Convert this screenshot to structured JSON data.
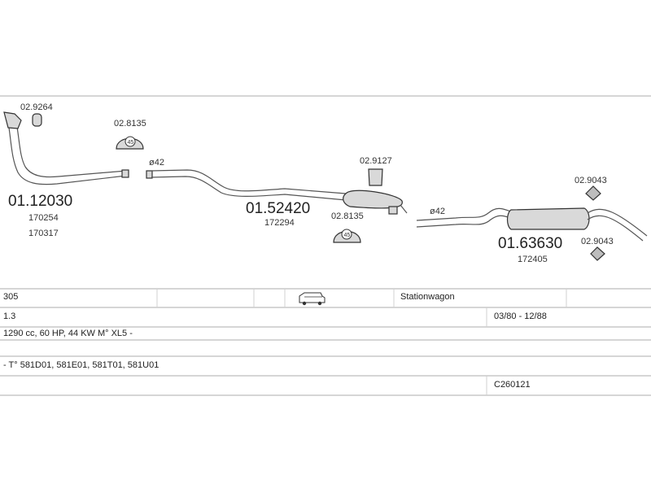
{
  "parts": {
    "p1": {
      "number": "01.12030",
      "refs": [
        "170254",
        "170317"
      ]
    },
    "p2": {
      "number": "01.52420",
      "refs": [
        "172294"
      ]
    },
    "p3": {
      "number": "01.63630",
      "refs": [
        "172405"
      ]
    }
  },
  "accessories": {
    "clamp_1": "02.9264",
    "hanger_1": "02.8135",
    "hanger_2": "02.9127",
    "hanger_3": "02.8135",
    "hanger_4": "02.9043",
    "hanger_5": "02.9043"
  },
  "pipe_diameters": {
    "d1": "ø42",
    "d2": "ø42"
  },
  "hanger_inner_labels": [
    "45",
    "45"
  ],
  "table": {
    "model": "305",
    "body_type": "Stationwagon",
    "variant": "1.3",
    "production_period": "03/80 - 12/88",
    "engine": "1290 cc, 60 HP, 44 KW M° XL5 -",
    "type_codes": "- T° 581D01, 581E01, 581T01, 581U01",
    "catalog_code": "C260121"
  },
  "icons": {
    "vehicle": "station-wagon-icon"
  }
}
